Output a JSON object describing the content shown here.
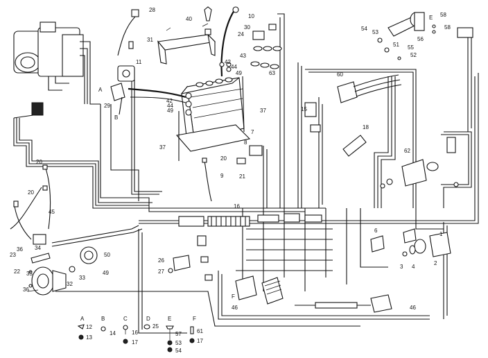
{
  "labels": {
    "l28": "28",
    "l40": "40",
    "l10": "10",
    "l30": "30",
    "l24": "24",
    "l31": "31",
    "l43": "43",
    "l63": "63",
    "l11": "11",
    "lA": "A",
    "l29": "29",
    "lB": "B",
    "l42a": "42",
    "l44a": "44",
    "l49a": "49",
    "l42b": "42",
    "l44b": "44",
    "l49b": "49",
    "l37a": "37",
    "l7": "7",
    "l8": "8",
    "l37b": "37",
    "l20c": "20",
    "l9": "9",
    "l21": "21",
    "l54": "54",
    "l53": "53",
    "l51": "51",
    "l52": "52",
    "l55": "55",
    "l56": "56",
    "lE": "E",
    "l58": "58",
    "l58b": "58",
    "l60": "60",
    "l15": "15",
    "l18": "18",
    "l62": "62",
    "l20a": "20",
    "l20b": "20",
    "l45": "45",
    "l16": "16",
    "l6": "6",
    "l1": "1",
    "l2": "2",
    "l3": "3",
    "l4": "4",
    "l36a": "36",
    "l34": "34",
    "l23": "23",
    "l22": "22",
    "l35": "35",
    "l36b": "36",
    "l32": "32",
    "l33": "33",
    "l49c": "49",
    "l50": "50",
    "l26": "26",
    "l27": "27",
    "lF": "F",
    "l46a": "46",
    "l46b": "46"
  },
  "legend": {
    "A": {
      "letter": "A",
      "top": "12",
      "bottom": "13"
    },
    "B": {
      "letter": "B",
      "top": "14"
    },
    "C": {
      "letter": "C",
      "top": "16",
      "bottom": "17"
    },
    "D": {
      "letter": "D",
      "top": "25"
    },
    "E": {
      "letter": "E",
      "top": "57",
      "mid": "53",
      "bottom": "54"
    },
    "F": {
      "letter": "F",
      "top": "61",
      "bottom": "17"
    }
  }
}
